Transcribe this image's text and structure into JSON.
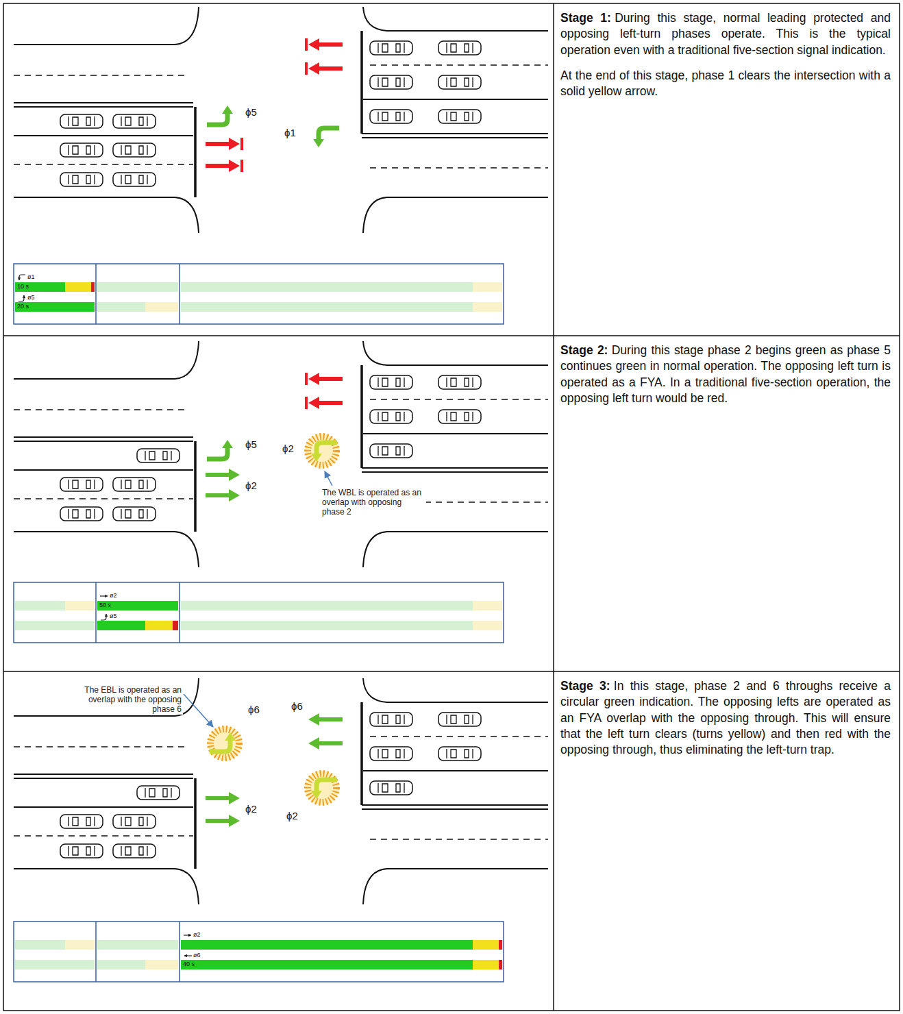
{
  "diagram": {
    "nodes": [
      {
        "text": [
          "Stage 1:",
          "During this stage, normal leading protected and opposing left-turn phases operate. This is the typical operation even with a traditional five-section signal indication.",
          "At the end of this stage, phase 1 clears the intersection with a solid yellow arrow."
        ]
      },
      {
        "text": [
          "Stage 2:",
          "During this stage phase 2 begins green as phase 5 continues green in normal operation. The opposing left turn is operated as a FYA. In a traditional five-section operation, the opposing left turn would be red."
        ]
      },
      {
        "text": [
          "Stage 3:",
          "In this stage, phase 2 and 6 throughs receive a circular green indication. The opposing lefts are operated as an FYA overlap with the opposing through. This will ensure that the left turn clears (turns yellow) and then red with the opposing through, thus eliminating the left-turn trap."
        ]
      }
    ],
    "labels": [
      "ϕ5",
      "ϕ1",
      "ø1",
      "10 s",
      "ø5",
      "20 s",
      "ϕ5",
      "ϕ2",
      "ϕ2",
      "The WBL is operated as an overlap with opposing phase 2",
      "ø2",
      "50 s",
      "ø5",
      "The EBL is operated as an overlap with the opposing phase 6",
      "ϕ6",
      "ϕ6",
      "ϕ2",
      "ϕ2",
      "ø2",
      "ø6",
      "40 s"
    ]
  }
}
